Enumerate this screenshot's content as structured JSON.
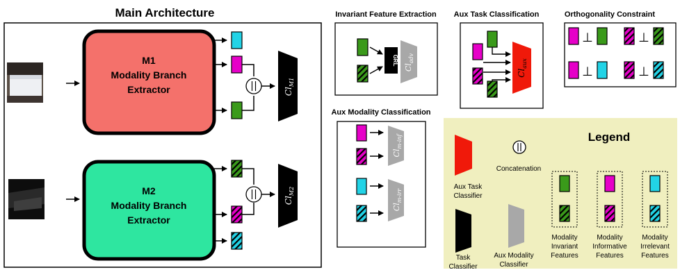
{
  "main": {
    "title": "Main Architecture",
    "m1": {
      "line1": "M1",
      "line2": "Modality Branch",
      "line3": "Extractor",
      "classifier_main": "Cl",
      "classifier_sub": "M1"
    },
    "m2": {
      "line1": "M2",
      "line2": "Modality Branch",
      "line3": "Extractor",
      "classifier_main": "Cl",
      "classifier_sub": "M2"
    }
  },
  "invariant": {
    "title": "Invariant Feature Extraction",
    "grl": "GRL",
    "classifier_main": "Cl",
    "classifier_sub": "adv"
  },
  "aux_task": {
    "title": "Aux Task Classification",
    "classifier_main": "Cl",
    "classifier_sub": "aux"
  },
  "orthogonality": {
    "title": "Orthogonality Constraint",
    "symbol": "⊥"
  },
  "aux_modality": {
    "title": "Aux Modality Classification",
    "inf_main": "Cl",
    "inf_sub": "m-inf",
    "irr_main": "Cl",
    "irr_sub": "m-irr"
  },
  "legend": {
    "title": "Legend",
    "concat": "Concatenation",
    "aux_task_1": "Aux Task",
    "aux_task_2": "Classifier",
    "task_1": "Task",
    "task_2": "Classifier",
    "aux_mod_1": "Aux Modality",
    "aux_mod_2": "Classifier",
    "inv_1": "Modality",
    "inv_2": "Invariant",
    "inv_3": "Features",
    "inf_1": "Modality",
    "inf_2": "Informative",
    "inf_3": "Features",
    "irr_1": "Modality",
    "irr_2": "Irrelevant",
    "irr_3": "Features"
  },
  "colors": {
    "invariant": "#3a9a1a",
    "informative": "#e600c8",
    "irrelevant": "#22d3e6",
    "m1_fill": "#f4716b",
    "m2_fill": "#2ee6a0",
    "aux_task": "#f0190a",
    "aux_mod": "#a8a8a8",
    "legend_bg": "#f0efbf"
  }
}
